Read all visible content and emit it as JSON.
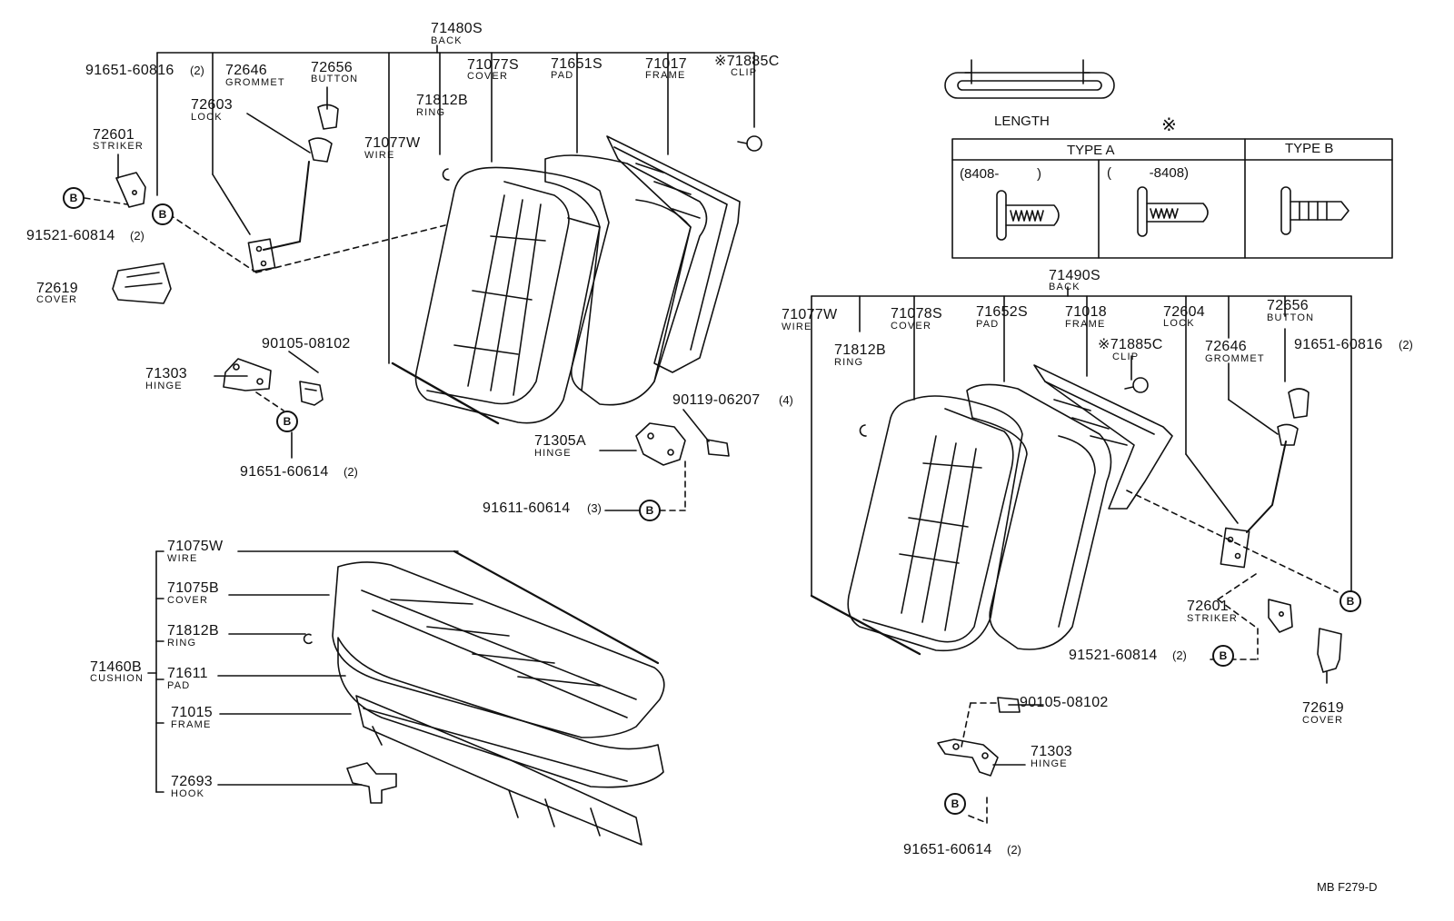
{
  "top_left": {
    "back": {
      "num": "71480S",
      "name": "BACK"
    },
    "items": [
      {
        "num": "91651-60816",
        "qty": "(2)"
      },
      {
        "num": "72646",
        "name": "GROMMET"
      },
      {
        "num": "72656",
        "name": "BUTTON"
      },
      {
        "num": "72603",
        "name": "LOCK"
      },
      {
        "num": "72601",
        "name": "STRIKER"
      },
      {
        "num": "91521-60814",
        "qty": "(2)"
      },
      {
        "num": "72619",
        "name": "COVER"
      },
      {
        "num": "71077W",
        "name": "WIRE"
      },
      {
        "num": "71812B",
        "name": "RING"
      },
      {
        "num": "71077S",
        "name": "COVER"
      },
      {
        "num": "71651S",
        "name": "PAD"
      },
      {
        "num": "71017",
        "name": "FRAME"
      },
      {
        "num": "※71885C",
        "name": "CLIP"
      },
      {
        "num": "71303",
        "name": "HINGE"
      },
      {
        "num": "90105-08102"
      },
      {
        "num": "91651-60614",
        "qty": "(2)"
      },
      {
        "num": "90119-06207",
        "qty": "(4)"
      },
      {
        "num": "71305A",
        "name": "HINGE"
      },
      {
        "num": "91611-60614",
        "qty": "(3)"
      }
    ]
  },
  "cushion": {
    "group": {
      "num": "71460B",
      "name": "CUSHION"
    },
    "items": [
      {
        "num": "71075W",
        "name": "WIRE"
      },
      {
        "num": "71075B",
        "name": "COVER"
      },
      {
        "num": "71812B",
        "name": "RING"
      },
      {
        "num": "71611",
        "name": "PAD"
      },
      {
        "num": "71015",
        "name": "FRAME"
      },
      {
        "num": "72693",
        "name": "HOOK"
      }
    ]
  },
  "clip_table": {
    "length_label": "LENGTH",
    "mark": "※",
    "type_a": "TYPE A",
    "type_b": "TYPE B",
    "col1": "(8408-          )",
    "col2": "(          -8408)"
  },
  "right": {
    "back": {
      "num": "71490S",
      "name": "BACK"
    },
    "items": [
      {
        "num": "71077W",
        "name": "WIRE"
      },
      {
        "num": "71078S",
        "name": "COVER"
      },
      {
        "num": "71652S",
        "name": "PAD"
      },
      {
        "num": "71018",
        "name": "FRAME"
      },
      {
        "num": "72604",
        "name": "LOCK"
      },
      {
        "num": "72656",
        "name": "BUTTON"
      },
      {
        "num": "71812B",
        "name": "RING"
      },
      {
        "num": "※71885C",
        "name": "CLIP"
      },
      {
        "num": "72646",
        "name": "GROMMET"
      },
      {
        "num": "91651-60816",
        "qty": "(2)"
      },
      {
        "num": "72601",
        "name": "STRIKER"
      },
      {
        "num": "91521-60814",
        "qty": "(2)"
      },
      {
        "num": "72619",
        "name": "COVER"
      },
      {
        "num": "90105-08102"
      },
      {
        "num": "71303",
        "name": "HINGE"
      },
      {
        "num": "91651-60614",
        "qty": "(2)"
      }
    ]
  },
  "b_marker": "B",
  "footer_code": "MB F279-D"
}
